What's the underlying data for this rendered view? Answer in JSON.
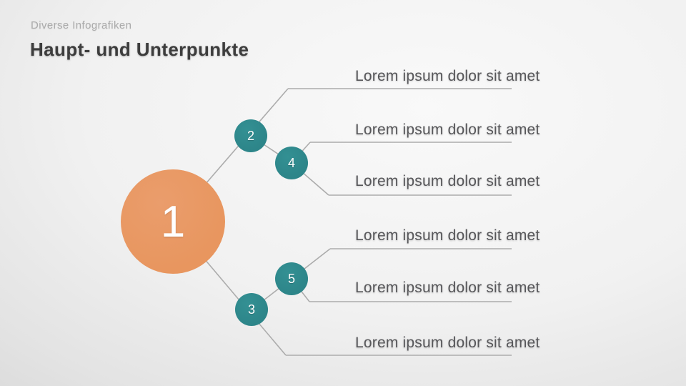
{
  "slide": {
    "eyebrow": "Diverse Infografiken",
    "title": "Haupt- und Unterpunkte"
  },
  "diagram": {
    "nodes": [
      {
        "id": "main",
        "label": "1"
      },
      {
        "id": "top",
        "label": "2"
      },
      {
        "id": "bottom",
        "label": "3"
      },
      {
        "id": "top-child",
        "label": "4"
      },
      {
        "id": "bottom-child",
        "label": "5"
      }
    ],
    "callouts": [
      {
        "label": "Lorem ipsum dolor sit amet"
      },
      {
        "label": "Lorem ipsum dolor sit amet"
      },
      {
        "label": "Lorem ipsum dolor sit amet"
      },
      {
        "label": "Lorem ipsum dolor sit amet"
      },
      {
        "label": "Lorem ipsum dolor sit amet"
      },
      {
        "label": "Lorem ipsum dolor sit amet"
      }
    ]
  },
  "colors": {
    "orange": "#e8965f",
    "teal": "#2d8589",
    "line": "#acacac",
    "text": "#57575a",
    "gray-light": "#ababab",
    "gray-dark": "#3d3d3d"
  }
}
